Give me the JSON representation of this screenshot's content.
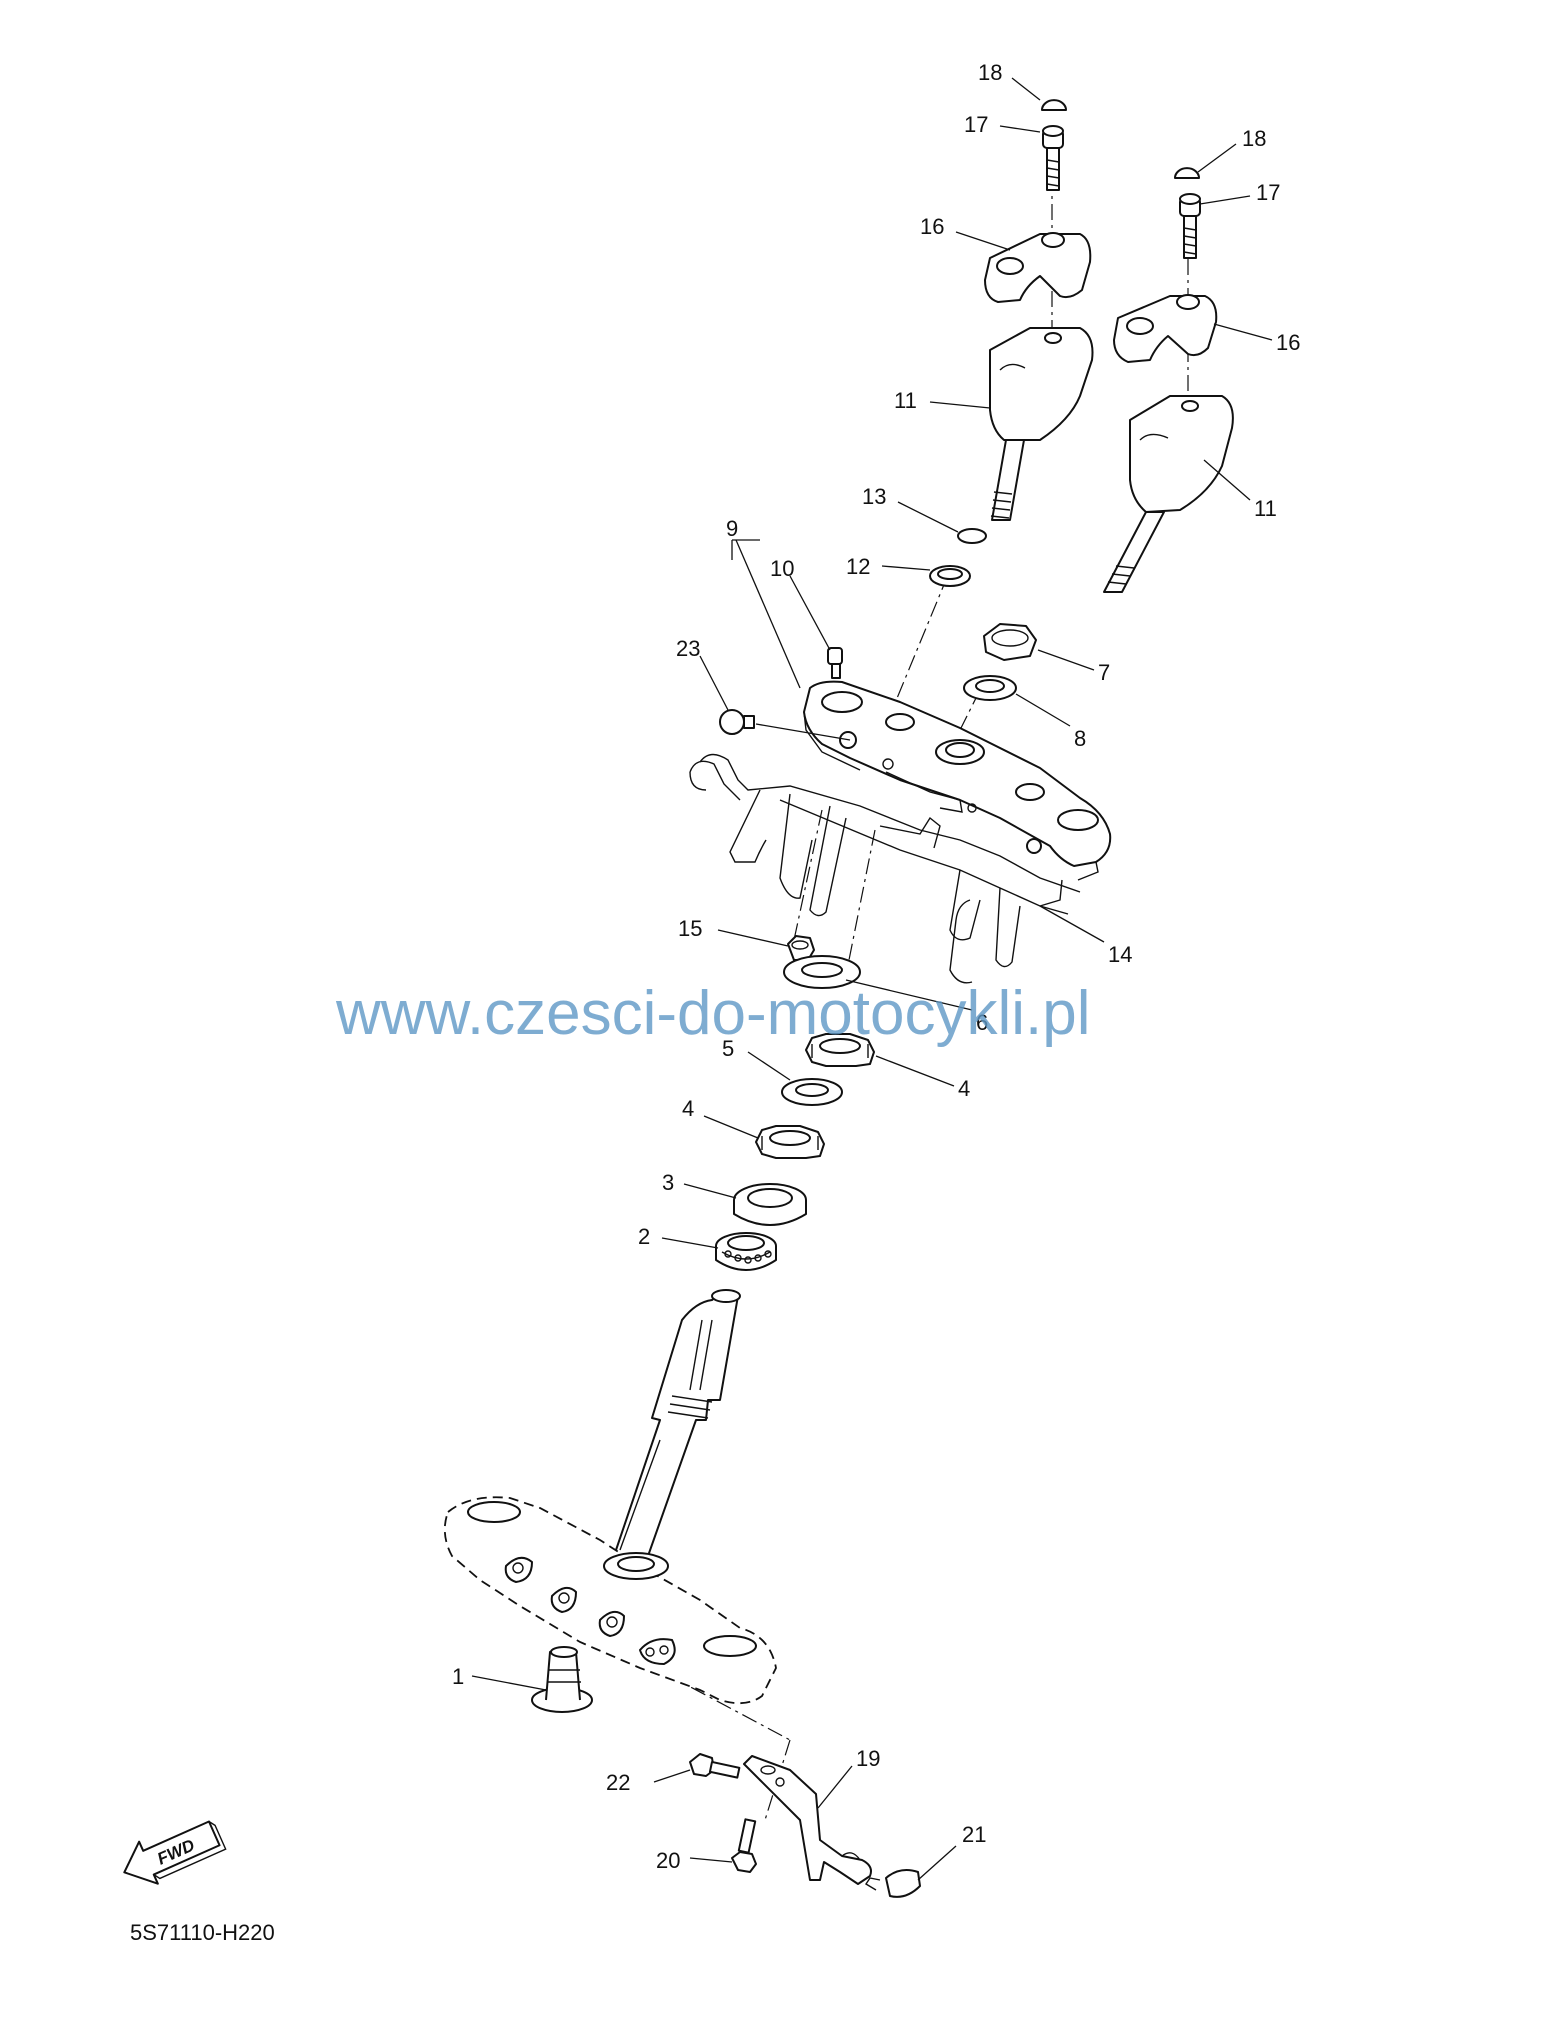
{
  "diagram": {
    "watermark": "www.czesci-do-motocykli.pl",
    "drawing_code": "5S71110-H220",
    "fwd_label": "FWD",
    "callouts": {
      "c1": "1",
      "c2": "2",
      "c3": "3",
      "c4a": "4",
      "c4b": "4",
      "c5": "5",
      "c6": "6",
      "c7": "7",
      "c8": "8",
      "c9": "9",
      "c10": "10",
      "c11a": "11",
      "c11b": "11",
      "c12": "12",
      "c13": "13",
      "c14": "14",
      "c15": "15",
      "c16a": "16",
      "c16b": "16",
      "c17a": "17",
      "c17b": "17",
      "c18a": "18",
      "c18b": "18",
      "c19": "19",
      "c20": "20",
      "c21": "21",
      "c22": "22",
      "c23": "23"
    }
  }
}
